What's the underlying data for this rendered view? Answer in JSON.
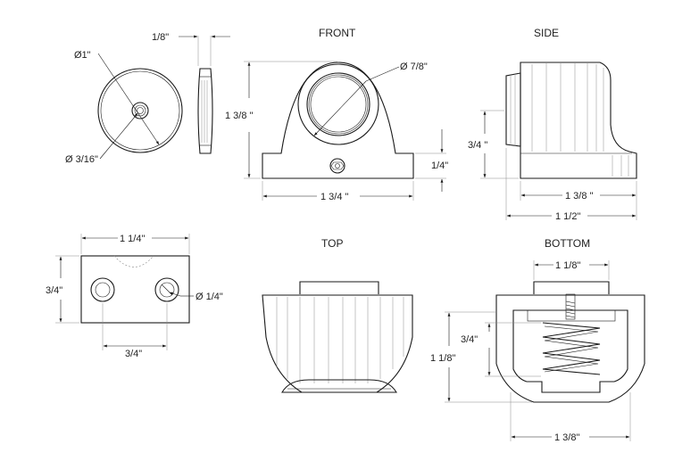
{
  "views": {
    "front": "FRONT",
    "side": "SIDE",
    "top": "TOP",
    "bottom": "BOTTOM"
  },
  "dims": {
    "disc_diameter": "Ø1\"",
    "disc_hole": "Ø 3/16\"",
    "disc_thickness": "1/8\"",
    "front_bore": "Ø 7/8\"",
    "front_height": "1 3/8 \"",
    "front_base": "1/4\"",
    "front_width": "1 3/4 \"",
    "side_height": "3/4 \"",
    "side_depth": "1 3/8 \"",
    "side_total": "1 1/2\"",
    "plate_width": "1 1/4\"",
    "plate_height": "3/4\"",
    "plate_hole_spacing": "3/4\"",
    "plate_hole_dia": "Ø 1/4\"",
    "bottom_top_width": "1 1/8\"",
    "bottom_spring": "3/4\"",
    "bottom_height": "1 1/8\"",
    "bottom_width": "1 3/8\""
  }
}
